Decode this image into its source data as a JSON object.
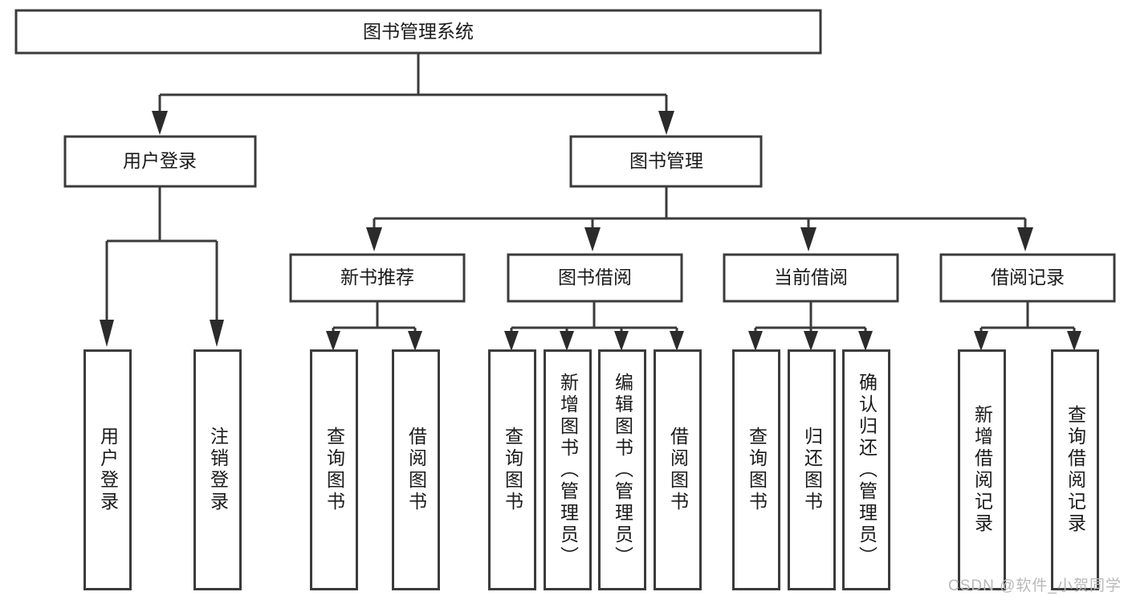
{
  "diagram": {
    "title": "图书管理系统",
    "type": "tree",
    "watermark": "CSDN @软件_小贺同学",
    "colors": {
      "box_stroke": "#3b3b3b",
      "box_fill": "#ffffff",
      "connector": "#3b3b3b",
      "text": "#1a1a1a",
      "watermark": "#b9b9b9",
      "background": "#ffffff"
    },
    "root": {
      "label": "图书管理系统"
    },
    "level2": [
      {
        "label": "用户登录"
      },
      {
        "label": "图书管理"
      }
    ],
    "level3": [
      {
        "label": "新书推荐"
      },
      {
        "label": "图书借阅"
      },
      {
        "label": "当前借阅"
      },
      {
        "label": "借阅记录"
      }
    ],
    "leaves": {
      "user_login": [
        {
          "label": "用户登录"
        },
        {
          "label": "注销登录"
        }
      ],
      "new_book_recommend": [
        {
          "label": "查询图书"
        },
        {
          "label": "借阅图书"
        }
      ],
      "book_borrow": [
        {
          "label": "查询图书"
        },
        {
          "label": "新增图书（管理员）"
        },
        {
          "label": "编辑图书（管理员）"
        },
        {
          "label": "借阅图书"
        }
      ],
      "current_borrow": [
        {
          "label": "查询图书"
        },
        {
          "label": "归还图书"
        },
        {
          "label": "确认归还（管理员）"
        }
      ],
      "borrow_record": [
        {
          "label": "新增借阅记录"
        },
        {
          "label": "查询借阅记录"
        }
      ]
    }
  }
}
